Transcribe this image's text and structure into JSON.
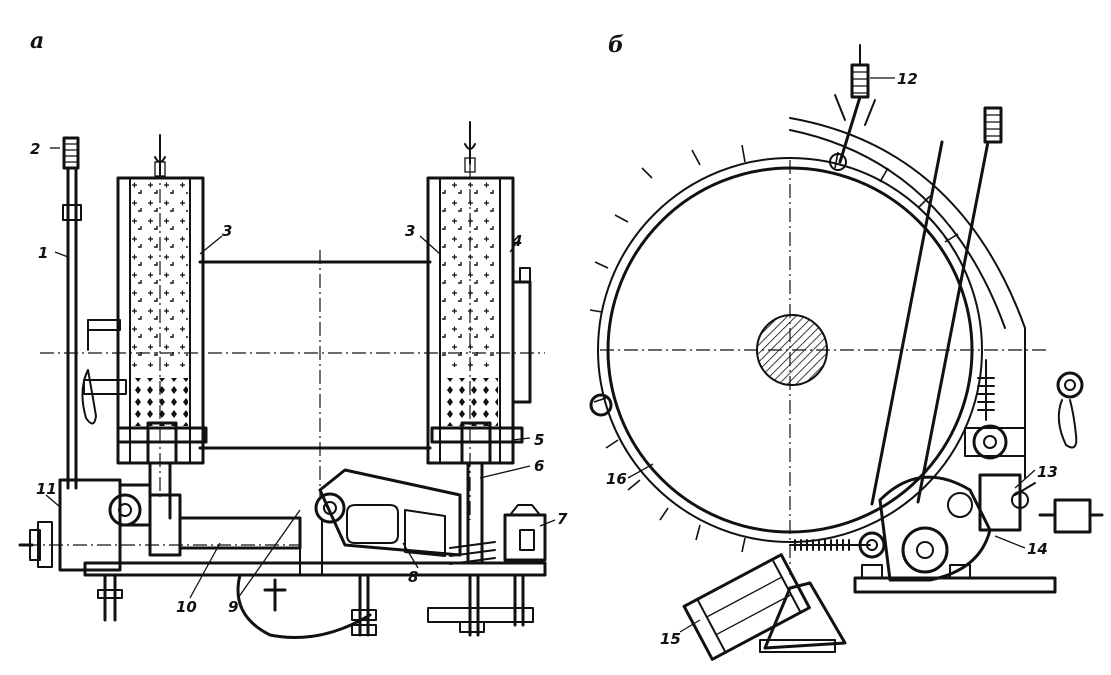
{
  "panels": [
    {
      "letter": "а"
    },
    {
      "letter": "б"
    }
  ],
  "callouts": [
    "1",
    "2",
    "3",
    "3",
    "4",
    "5",
    "6",
    "7",
    "8",
    "9",
    "10",
    "11",
    "12",
    "13",
    "14",
    "15",
    "16"
  ]
}
